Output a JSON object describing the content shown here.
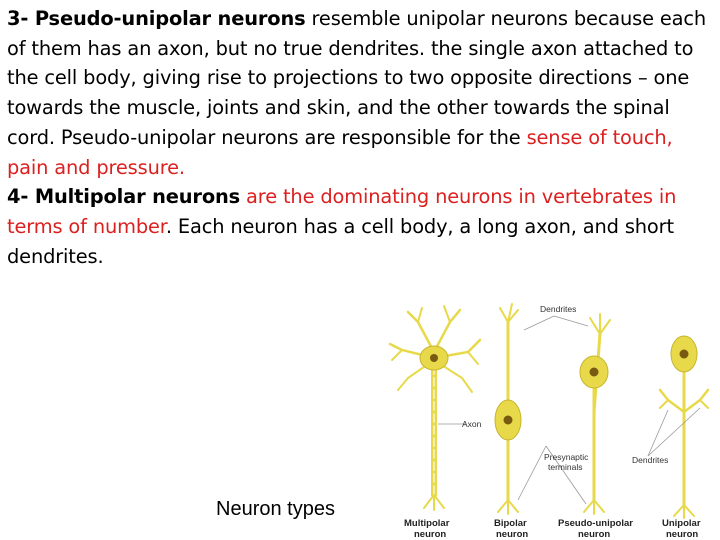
{
  "slide": {
    "item3": {
      "heading": "3- Pseudo-unipolar neurons",
      "text1": " resemble unipolar neurons because each of them has an axon, but no true dendrites. the single axon attached to the cell body, giving rise to projections to two opposite  directions – one towards the muscle, joints and skin, and the other towards the spinal cord. Pseudo-unipolar neurons are responsible for the ",
      "highlight": "sense of touch, pain and pressure."
    },
    "item4": {
      "heading": "4- Multipolar neurons",
      "highlight": " are the dominating neurons in vertebrates in terms of number",
      "text1": ". Each neuron has a cell body, a long axon, and short dendrites."
    },
    "caption": "Neuron types",
    "figure": {
      "labels": {
        "dendrites_top": "Dendrites",
        "axon": "Axon",
        "presynaptic": "Presynaptic",
        "terminals": "terminals",
        "dendrites_right": "Dendrites"
      },
      "types": {
        "multipolar_1": "Multipolar",
        "multipolar_2": "neuron",
        "bipolar_1": "Bipolar",
        "bipolar_2": "neuron",
        "pseudo_1": "Pseudo-unipolar",
        "pseudo_2": "neuron",
        "unipolar_1": "Unipolar",
        "unipolar_2": "neuron"
      },
      "colors": {
        "cell": "#e8d94a",
        "nucleus": "#7a5a10",
        "line": "#999999"
      }
    }
  }
}
